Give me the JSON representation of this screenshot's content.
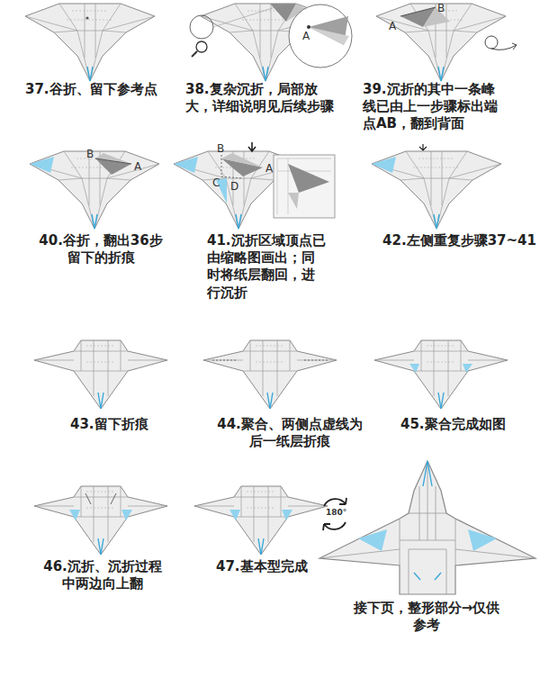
{
  "diagram": {
    "labels": [
      "37.谷折、留下参考点",
      "38.复杂沉折，局部放大，详细说明见后续步骤",
      "39.沉折的其中一条峰线已由上一步骤标出端点AB，翻到背面",
      "40.谷折，翻出36步留下的折痕",
      "41.沉折区域顶点已由缩略图画出；同时将纸层翻回，进行沉折",
      "42.左侧重复步骤37~41",
      "43.留下折痕",
      "44.聚合、两侧点虚线为后一纸层折痕",
      "45.聚合完成如图",
      "46.沉折、沉折过程中两边向上翻",
      "47.基本型完成",
      "接下页，整形部分→仅供参考",
      "A",
      "A",
      "B",
      "B",
      "A",
      "B",
      "C",
      "D",
      "A",
      "180°"
    ]
  }
}
